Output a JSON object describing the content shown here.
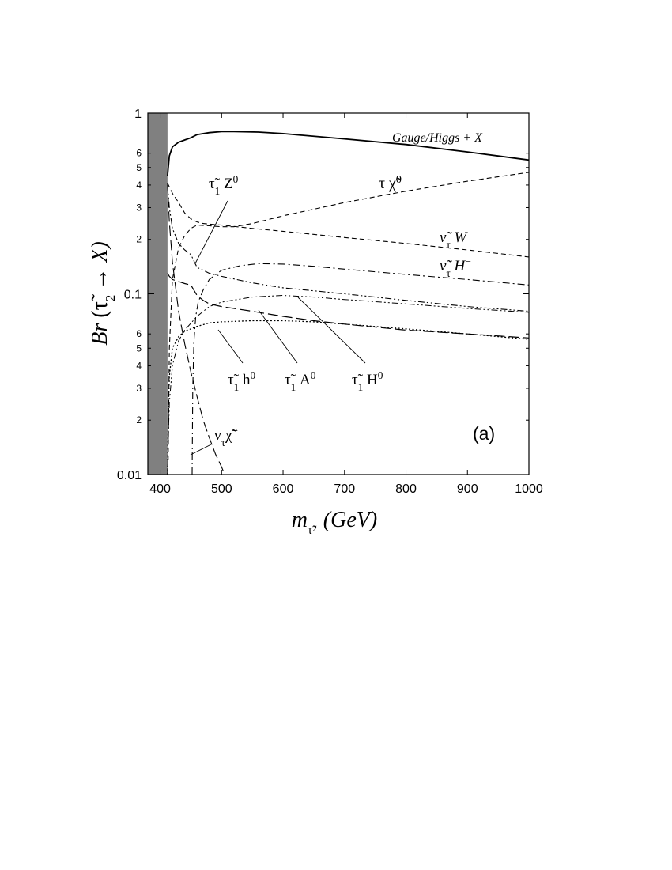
{
  "chart_data": {
    "type": "line",
    "panel_label": "(a)",
    "x_scale": "linear",
    "y_scale": "log",
    "xlim": [
      380,
      1000
    ],
    "ylim": [
      0.01,
      1
    ],
    "x_ticks": [
      400,
      500,
      600,
      700,
      800,
      900,
      1000
    ],
    "x_tick_labels": [
      "400",
      "500",
      "600",
      "700",
      "800",
      "900",
      "1000"
    ],
    "y_major_ticks": [
      0.01,
      0.1,
      1
    ],
    "y_major_labels": [
      "0.01",
      "0.1",
      "1"
    ],
    "y_minor_ticks": [
      0.02,
      0.03,
      0.04,
      0.05,
      0.06,
      0.2,
      0.3,
      0.4,
      0.5,
      0.6
    ],
    "y_minor_labels": [
      "2",
      "3",
      "4",
      "5",
      "6",
      "2",
      "3",
      "4",
      "5",
      "6"
    ],
    "xlabel": {
      "main": "m",
      "subscript": "τ̃",
      "subsub": "2",
      "unit": "(GeV)"
    },
    "ylabel": {
      "main": "Br",
      "rest": "(τ̃",
      "sub": "2",
      "tail": "→ X)"
    },
    "excluded_region": {
      "x_from": 380,
      "x_to": 412,
      "color": "#808080"
    },
    "grid": false,
    "legend": "inline labels",
    "series": [
      {
        "name": "Gauge/Higgs + X",
        "style": "solid",
        "width": 1.8,
        "x": [
          412,
          415,
          420,
          430,
          440,
          450,
          460,
          480,
          500,
          520,
          560,
          600,
          700,
          800,
          900,
          1000
        ],
        "y": [
          0.45,
          0.58,
          0.65,
          0.69,
          0.71,
          0.73,
          0.76,
          0.78,
          0.79,
          0.79,
          0.785,
          0.77,
          0.72,
          0.67,
          0.61,
          0.55
        ]
      },
      {
        "name": "τ χ̃0",
        "style": "dashed",
        "width": 1.1,
        "x": [
          413,
          415,
          420,
          430,
          440,
          450,
          460,
          480,
          500,
          520,
          550,
          600,
          700,
          800,
          900,
          1000
        ],
        "y": [
          0.012,
          0.05,
          0.12,
          0.18,
          0.21,
          0.23,
          0.24,
          0.238,
          0.235,
          0.235,
          0.245,
          0.27,
          0.32,
          0.37,
          0.42,
          0.47
        ]
      },
      {
        "name": "ν̃τ W−",
        "style": "dashed",
        "width": 1.1,
        "x": [
          412,
          415,
          420,
          430,
          440,
          450,
          460,
          470,
          480,
          500,
          550,
          600,
          700,
          800,
          900,
          1000
        ],
        "y": [
          0.41,
          0.39,
          0.36,
          0.32,
          0.28,
          0.26,
          0.25,
          0.245,
          0.243,
          0.24,
          0.23,
          0.222,
          0.205,
          0.19,
          0.175,
          0.16
        ]
      },
      {
        "name": "ν̃τ H−",
        "style": "dashdot",
        "width": 1.1,
        "x": [
          452,
          453,
          455,
          458,
          462,
          470,
          480,
          500,
          530,
          560,
          600,
          650,
          700,
          800,
          900,
          1000
        ],
        "y": [
          0.01,
          0.03,
          0.055,
          0.075,
          0.09,
          0.105,
          0.12,
          0.135,
          0.143,
          0.147,
          0.146,
          0.142,
          0.137,
          0.128,
          0.12,
          0.112
        ]
      },
      {
        "name": "τ̃1 Z0",
        "style": "dashdotdot",
        "width": 1.1,
        "x": [
          412,
          415,
          420,
          430,
          440,
          450,
          460,
          470,
          480,
          500,
          550,
          600,
          700,
          800,
          900,
          1000
        ],
        "y": [
          0.4,
          0.3,
          0.23,
          0.19,
          0.175,
          0.165,
          0.14,
          0.135,
          0.13,
          0.125,
          0.115,
          0.108,
          0.1,
          0.092,
          0.085,
          0.08
        ]
      },
      {
        "name": "τ̃1 A0",
        "style": "longdash",
        "width": 1.2,
        "x": [
          412,
          415,
          420,
          430,
          440,
          450,
          460,
          470,
          480,
          500,
          550,
          600,
          650,
          700,
          800,
          900,
          1000
        ],
        "y": [
          0.13,
          0.125,
          0.12,
          0.117,
          0.114,
          0.112,
          0.098,
          0.092,
          0.088,
          0.085,
          0.08,
          0.075,
          0.071,
          0.068,
          0.063,
          0.06,
          0.057
        ]
      },
      {
        "name": "τ̃1 H0",
        "style": "dashdotdot",
        "width": 1.0,
        "x": [
          412,
          413,
          415,
          420,
          430,
          440,
          460,
          480,
          500,
          550,
          600,
          650,
          700,
          800,
          900,
          1000
        ],
        "y": [
          0.01,
          0.015,
          0.025,
          0.04,
          0.055,
          0.063,
          0.075,
          0.085,
          0.09,
          0.096,
          0.098,
          0.096,
          0.093,
          0.088,
          0.083,
          0.079
        ]
      },
      {
        "name": "τ̃1 h0",
        "style": "dotted",
        "width": 1.3,
        "x": [
          412,
          413,
          415,
          420,
          430,
          440,
          460,
          480,
          500,
          550,
          600,
          650,
          700,
          800,
          900,
          1000
        ],
        "y": [
          0.01,
          0.02,
          0.035,
          0.05,
          0.058,
          0.062,
          0.066,
          0.069,
          0.07,
          0.071,
          0.071,
          0.07,
          0.068,
          0.064,
          0.06,
          0.056
        ]
      },
      {
        "name": "ντ χ̃−",
        "style": "longdash",
        "width": 1.1,
        "x": [
          412,
          415,
          420,
          430,
          440,
          450,
          460,
          470,
          480,
          490,
          500,
          505
        ],
        "y": [
          0.41,
          0.25,
          0.15,
          0.08,
          0.053,
          0.037,
          0.027,
          0.02,
          0.016,
          0.013,
          0.011,
          0.01
        ]
      }
    ],
    "annotations": [
      {
        "key": "gauge",
        "parts": [
          {
            "t": "Gauge/Higgs + X"
          }
        ]
      },
      {
        "key": "tau_chi0",
        "parts": [
          {
            "t": "τ χ̃"
          },
          {
            "t": "0",
            "sup": true
          }
        ]
      },
      {
        "key": "snu_w",
        "parts": [
          {
            "t": "ν̃"
          },
          {
            "t": "τ",
            "sub": true
          },
          {
            "t": " W"
          },
          {
            "t": "−",
            "sup": true
          }
        ]
      },
      {
        "key": "snu_h",
        "parts": [
          {
            "t": "ν̃"
          },
          {
            "t": "τ",
            "sub": true
          },
          {
            "t": " H"
          },
          {
            "t": "−",
            "sup": true
          }
        ]
      },
      {
        "key": "stau_z",
        "parts": [
          {
            "t": "τ̃"
          },
          {
            "t": "1",
            "sub": true
          },
          {
            "t": " Z"
          },
          {
            "t": "0",
            "sup": true
          }
        ]
      },
      {
        "key": "stau_h",
        "parts": [
          {
            "t": "τ̃"
          },
          {
            "t": "1",
            "sub": true
          },
          {
            "t": " h"
          },
          {
            "t": "0",
            "sup": true
          }
        ]
      },
      {
        "key": "stau_a",
        "parts": [
          {
            "t": "τ̃"
          },
          {
            "t": "1",
            "sub": true
          },
          {
            "t": " A"
          },
          {
            "t": "0",
            "sup": true
          }
        ]
      },
      {
        "key": "stau_hh",
        "parts": [
          {
            "t": "τ̃"
          },
          {
            "t": "1",
            "sub": true
          },
          {
            "t": " H"
          },
          {
            "t": "0",
            "sup": true
          }
        ]
      },
      {
        "key": "nu_chi",
        "parts": [
          {
            "t": "ν"
          },
          {
            "t": "τ",
            "sub": true
          },
          {
            "t": "χ̃"
          },
          {
            "t": "−",
            "sup": true
          }
        ]
      }
    ]
  }
}
